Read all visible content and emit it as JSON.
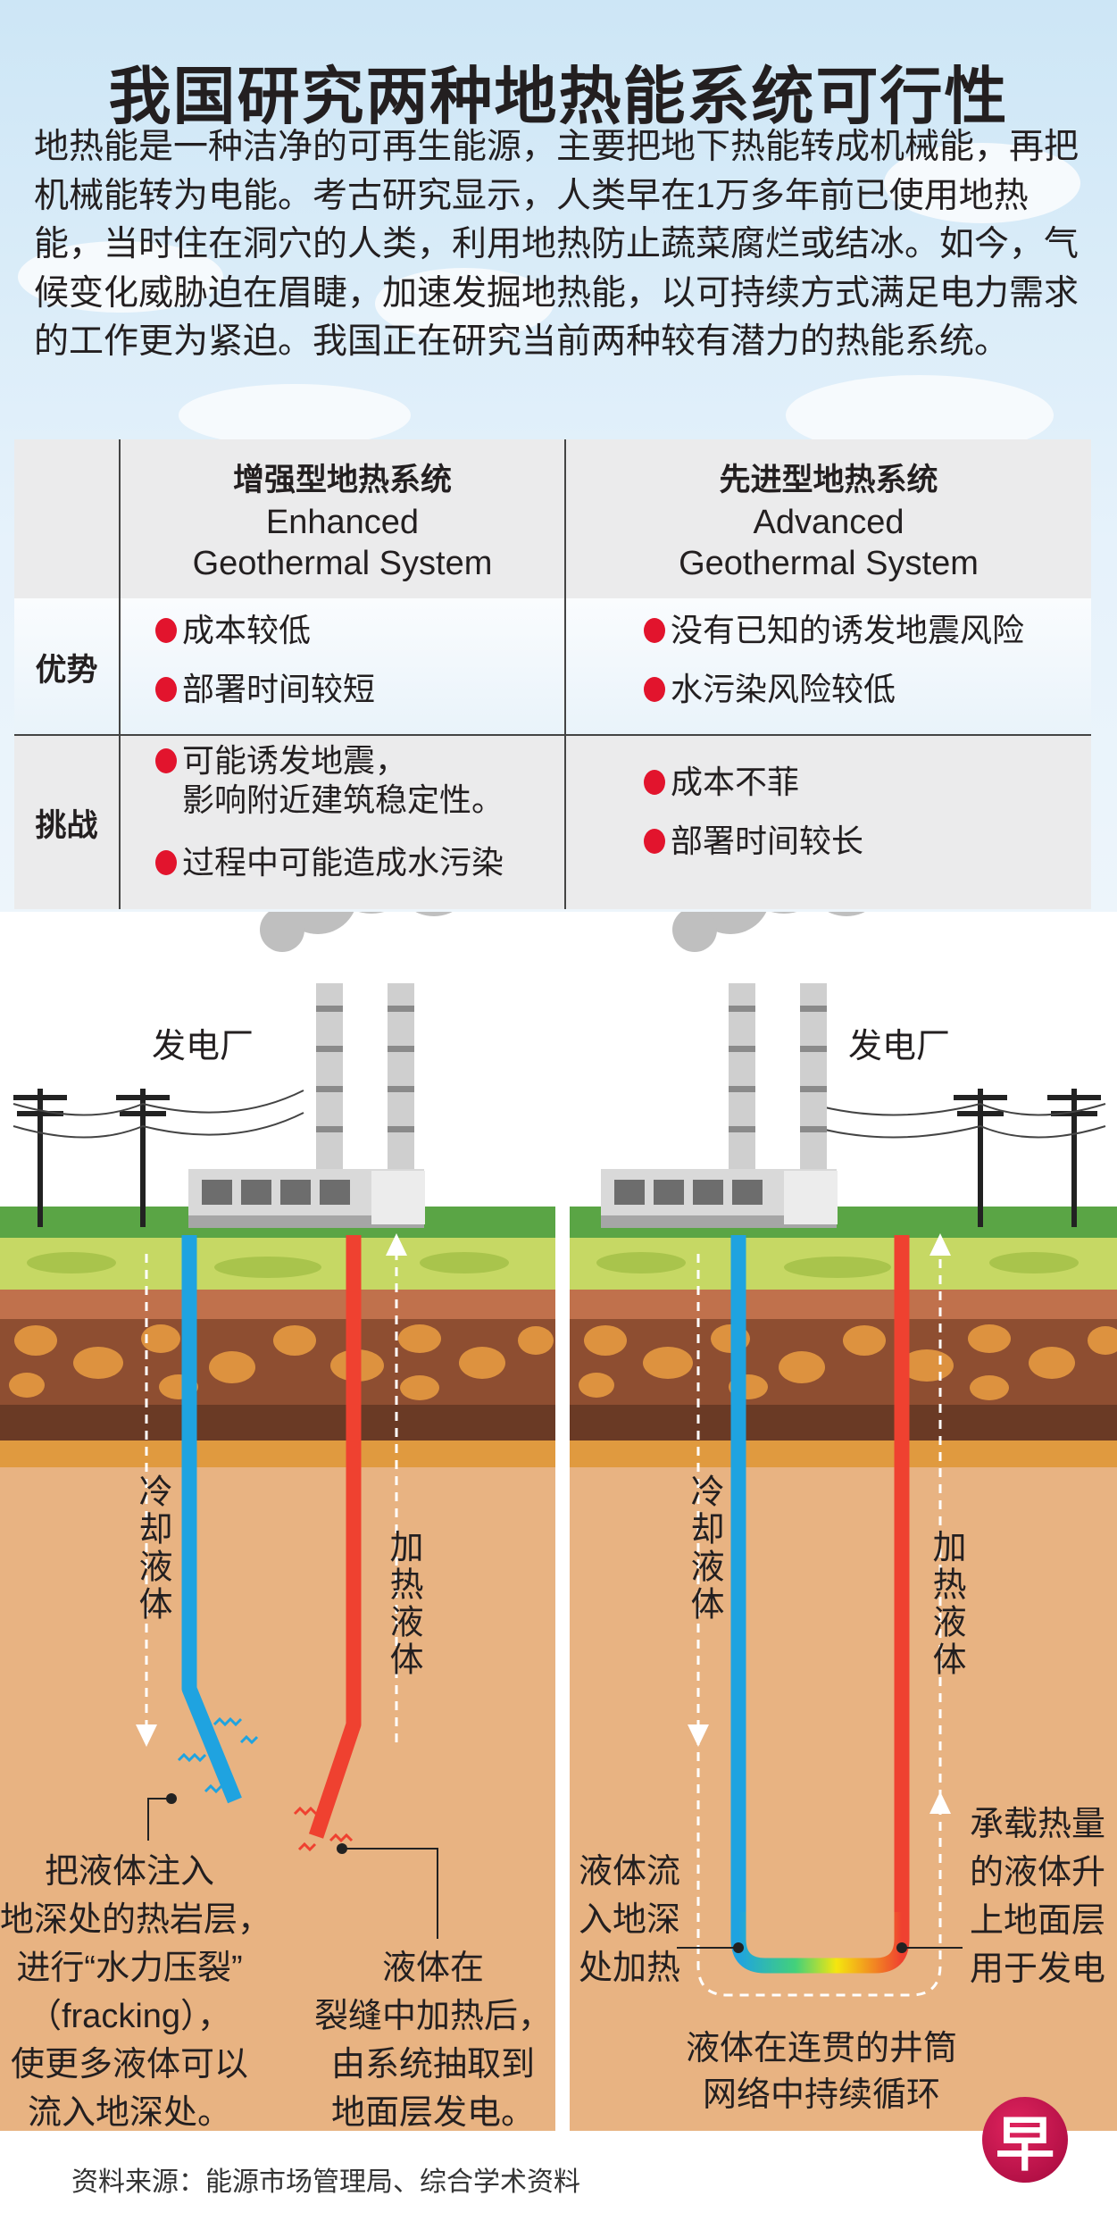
{
  "title": "我国研究两种地热能系统可行性",
  "intro": "地热能是一种洁净的可再生能源，主要把地下热能转成机械能，再把机械能转为电能。考古研究显示，人类早在1万多年前已使用地热能，当时住在洞穴的人类，利用地热防止蔬菜腐烂或结冰。如今，气候变化威胁迫在眉睫，加速发掘地热能，以可持续方式满足电力需求的工作更为紧迫。我国正在研究当前两种较有潜力的热能系统。",
  "table": {
    "columns": [
      {
        "zh": "增强型地热系统",
        "en1": "Enhanced",
        "en2": "Geothermal System"
      },
      {
        "zh": "先进型地热系统",
        "en1": "Advanced",
        "en2": "Geothermal System"
      }
    ],
    "rows": [
      {
        "label": "优势",
        "egs": [
          "成本较低",
          "部署时间较短"
        ],
        "ags": [
          "没有已知的诱发地震风险",
          "水污染风险较低"
        ]
      },
      {
        "label": "挑战",
        "egs": [
          "可能诱发地震，",
          "影响附近建筑稳定性。",
          "过程中可能造成水污染"
        ],
        "ags": [
          "成本不菲",
          "部署时间较长"
        ]
      }
    ]
  },
  "illustration": {
    "left": {
      "plant_label": "发电厂",
      "cold_label": "冷却液体",
      "hot_label": "加热液体",
      "inject_note": [
        "把液体注入",
        "地深处的热岩层，",
        "进行“水力压裂”",
        "（fracking），",
        "使更多液体可以",
        "流入地深处。"
      ],
      "heat_note": [
        "液体在",
        "裂缝中加热后，",
        "由系统抽取到",
        "地面层发电。"
      ]
    },
    "right": {
      "plant_label": "发电厂",
      "cold_label": "冷却液体",
      "hot_label": "加热液体",
      "flow_note": [
        "液体流",
        "入地深",
        "处加热"
      ],
      "rise_note": [
        "承载热量",
        "的液体升",
        "上地面层",
        "用于发电"
      ],
      "loop_note": [
        "液体在连贯的井筒",
        "网络中持续循环"
      ]
    }
  },
  "source": "资料来源：能源市场管理局、综合学术资料",
  "logo_text": "早",
  "colors": {
    "cold": "#1fa3e0",
    "hot": "#ef4130",
    "bullet": "#e2142d",
    "soil": "#e8b382"
  }
}
